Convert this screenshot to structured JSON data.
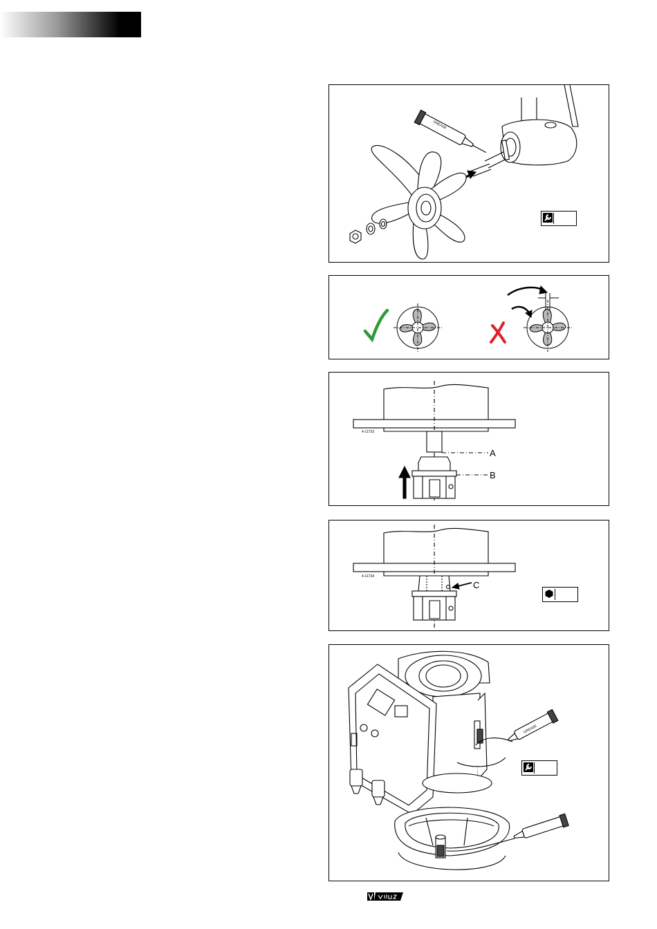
{
  "header": {
    "accent": "#000000"
  },
  "figures": [
    {
      "id": "fig-1",
      "tube_label": "GREASE",
      "tool_icon": "wrench-icon"
    },
    {
      "id": "fig-2",
      "correct_icon": "check-icon",
      "correct_color": "#2e9a3a",
      "wrong_icon": "cross-icon",
      "wrong_color": "#e0202a"
    },
    {
      "id": "fig-3",
      "part_number": "4-11733",
      "label_a": "A",
      "label_b": "B"
    },
    {
      "id": "fig-4",
      "part_number": "4-11734",
      "label_c": "C",
      "tool_icon": "hex-nut-icon"
    },
    {
      "id": "fig-5",
      "tube_label": "GREASE",
      "tool_icon": "wrench-icon"
    }
  ],
  "footer": {
    "logo_icon": "vetus-logo-icon"
  }
}
